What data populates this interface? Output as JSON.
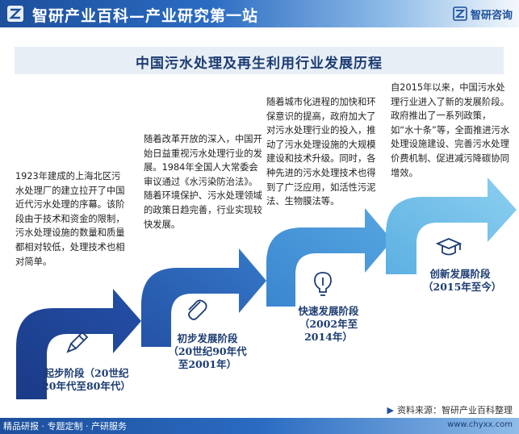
{
  "header": {
    "site_title": "智研产业百科—产业研究第一站",
    "brand_name": "智研咨询"
  },
  "title": "中国污水处理及再生利用行业发展历程",
  "stages": [
    {
      "name": "起步阶段（20世纪20年代至80年代）",
      "icon": "pencil-icon",
      "description": "1923年建成的上海北区污水处理厂的建立拉开了中国近代污水处理的序幕。该阶段由于技术和资金的限制，污水处理设施的数量和质量都相对较低，处理技术也相对简单。"
    },
    {
      "name": "初步发展阶段（20世纪90年代至2001年）",
      "icon": "paperclip-icon",
      "description": "随着改革开放的深入，中国开始日益重视污水处理行业的发展。1984年全国人大常委会审议通过《水污染防治法》。随着环境保护、污水处理领域的政策日趋完善，行业实现较快发展。"
    },
    {
      "name": "快速发展阶段（2002年至2014年）",
      "icon": "lightbulb-icon",
      "description": "随着城市化进程的加快和环保意识的提高，政府加大了对污水处理行业的投入，推动了污水处理设施的大规模建设和技术升级。同时，各种先进的污水处理技术也得到了广泛应用，如活性污泥法、生物膜法等。"
    },
    {
      "name": "创新发展阶段（2015年至今）",
      "icon": "graduation-cap-icon",
      "description": "自2015年以来，中国污水处理行业进入了新的发展阶段。政府推出了一系列政策，如“水十条”等，全面推进污水处理设施建设、完善污水处理价费机制、促进减污降碳协同增效。"
    }
  ],
  "source": "资料来源：智研产业百科整理",
  "footer": {
    "left": "精品研报 · 专题定制 · 产研服务",
    "url": "www.chyxx.com"
  },
  "colors": {
    "stage1": "#1d3f8f",
    "stage2": "#2a5cb5",
    "stage3": "#3f8fd6",
    "stage4": "#68b6e4",
    "title_band": "#e8eef6",
    "heading": "#1c3c72"
  }
}
